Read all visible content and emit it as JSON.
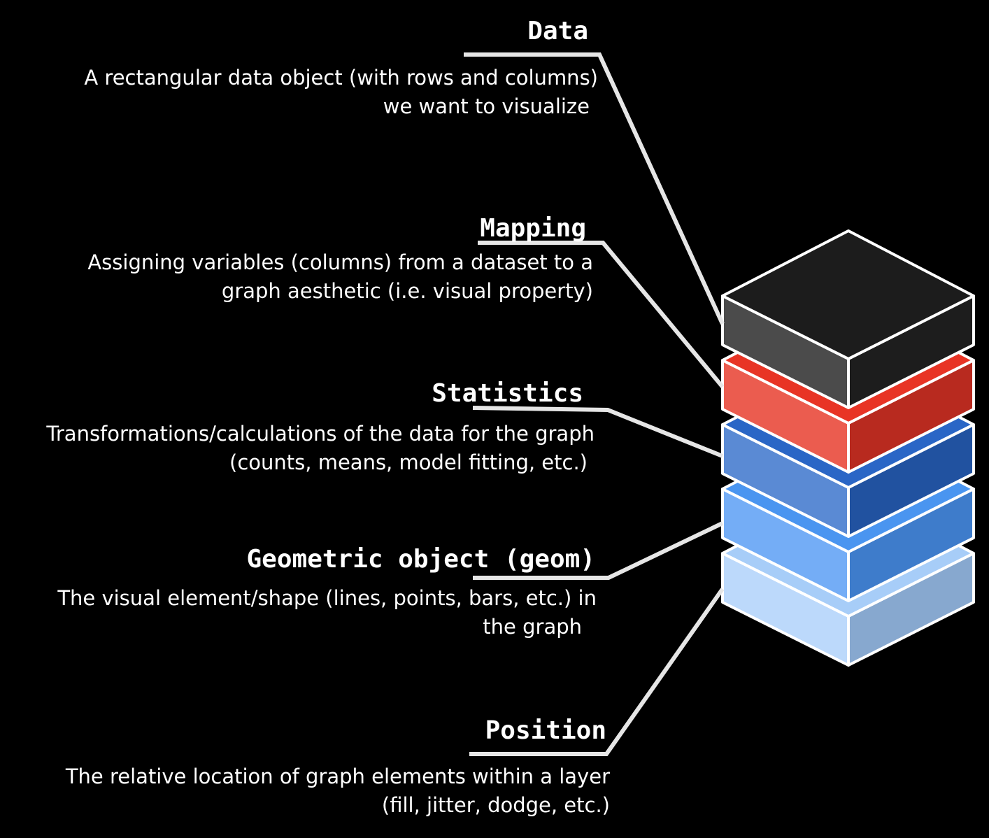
{
  "layers": [
    {
      "id": "data",
      "title": "Data",
      "description_lines": [
        "A rectangular data object (with rows and columns)",
        "we want to visualize"
      ],
      "colors": {
        "top": "#1c1c1c",
        "left": "#4b4b4b",
        "right": "#1d1d1d"
      }
    },
    {
      "id": "mapping",
      "title": "Mapping",
      "description_lines": [
        "Assigning variables (columns) from a dataset to a",
        "graph aesthetic (i.e. visual property)"
      ],
      "colors": {
        "top": "#e83425",
        "left": "#eb5c4f",
        "right": "#b82a1f"
      }
    },
    {
      "id": "statistics",
      "title": "Statistics",
      "description_lines": [
        "Transformations/calculations of the data for the graph",
        "(counts, means, model fitting, etc.)"
      ],
      "colors": {
        "top": "#2a66c6",
        "left": "#5a8ad4",
        "right": "#2152a0"
      }
    },
    {
      "id": "geom",
      "title": "Geometric object (geom)",
      "description_lines": [
        "The visual element/shape (lines, points, bars, etc.) in",
        "the graph"
      ],
      "colors": {
        "top": "#4a95f0",
        "left": "#74adf6",
        "right": "#3e7ccb"
      }
    },
    {
      "id": "position",
      "title": "Position",
      "description_lines": [
        "The relative location of graph elements within a layer",
        "(fill, jitter, dodge, etc.)"
      ],
      "colors": {
        "top": "#a7cdf8",
        "left": "#bcd9fb",
        "right": "#87a8cf"
      }
    }
  ],
  "colors": {
    "background": "#000000",
    "outline": "#ffffff",
    "leader_line": "#e6e6e6"
  }
}
